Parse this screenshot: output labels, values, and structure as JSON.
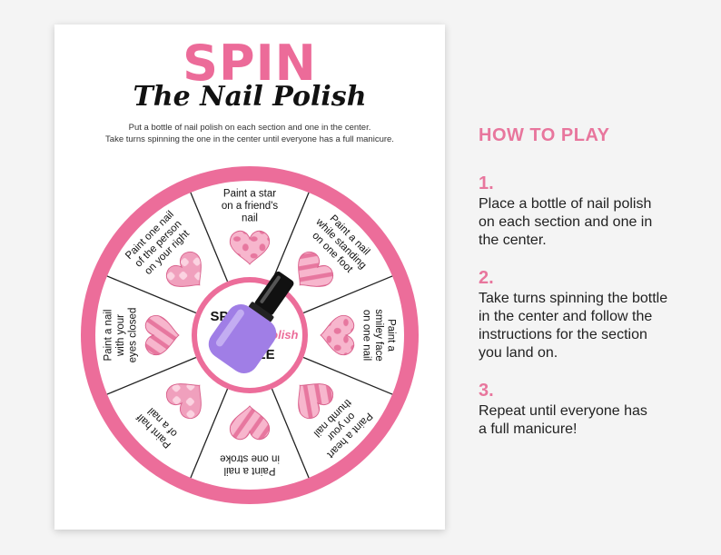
{
  "sheet": {
    "title": "SPIN",
    "subtitle": "The Nail Polish",
    "instructions_line1": "Put a bottle of nail polish on each section and one in the center.",
    "instructions_line2": "Take turns spinning the one in the center until everyone has a full manicure."
  },
  "wheel": {
    "center_label_line1": "SPIN",
    "center_label_line2": "Polish",
    "center_label_line3": "LE",
    "sections": [
      {
        "lines": [
          "Paint a star",
          "on a friend's",
          "nail"
        ]
      },
      {
        "lines": [
          "Paint a nail",
          "while standing",
          "on one foot"
        ]
      },
      {
        "lines": [
          "Paint a",
          "smiley face",
          "on one nail"
        ]
      },
      {
        "lines": [
          "Paint a heart",
          "on your",
          "thumb nail"
        ]
      },
      {
        "lines": [
          "Paint a nail",
          "in one stroke"
        ]
      },
      {
        "lines": [
          "Paint half",
          "of a nail"
        ]
      },
      {
        "lines": [
          "Paint a nail",
          "with your",
          "eyes closed"
        ]
      },
      {
        "lines": [
          "Paint one nail",
          "of the person",
          "on your right"
        ]
      }
    ],
    "colors": {
      "rim": "#ec6d9a",
      "heart_fill": "#f7b6cd",
      "heart_pattern": "#e7779f",
      "bottle": "#a07ee6",
      "cap": "#111111"
    }
  },
  "how_to_play": {
    "title": "HOW TO PLAY",
    "steps": [
      {
        "num": "1.",
        "text": "Place a bottle of nail polish\non each section and one in\nthe center."
      },
      {
        "num": "2.",
        "text": "Take turns spinning the bottle\nin the center and follow the\ninstructions for the section\nyou land on."
      },
      {
        "num": "3.",
        "text": "Repeat until everyone has\na full manicure!"
      }
    ]
  }
}
